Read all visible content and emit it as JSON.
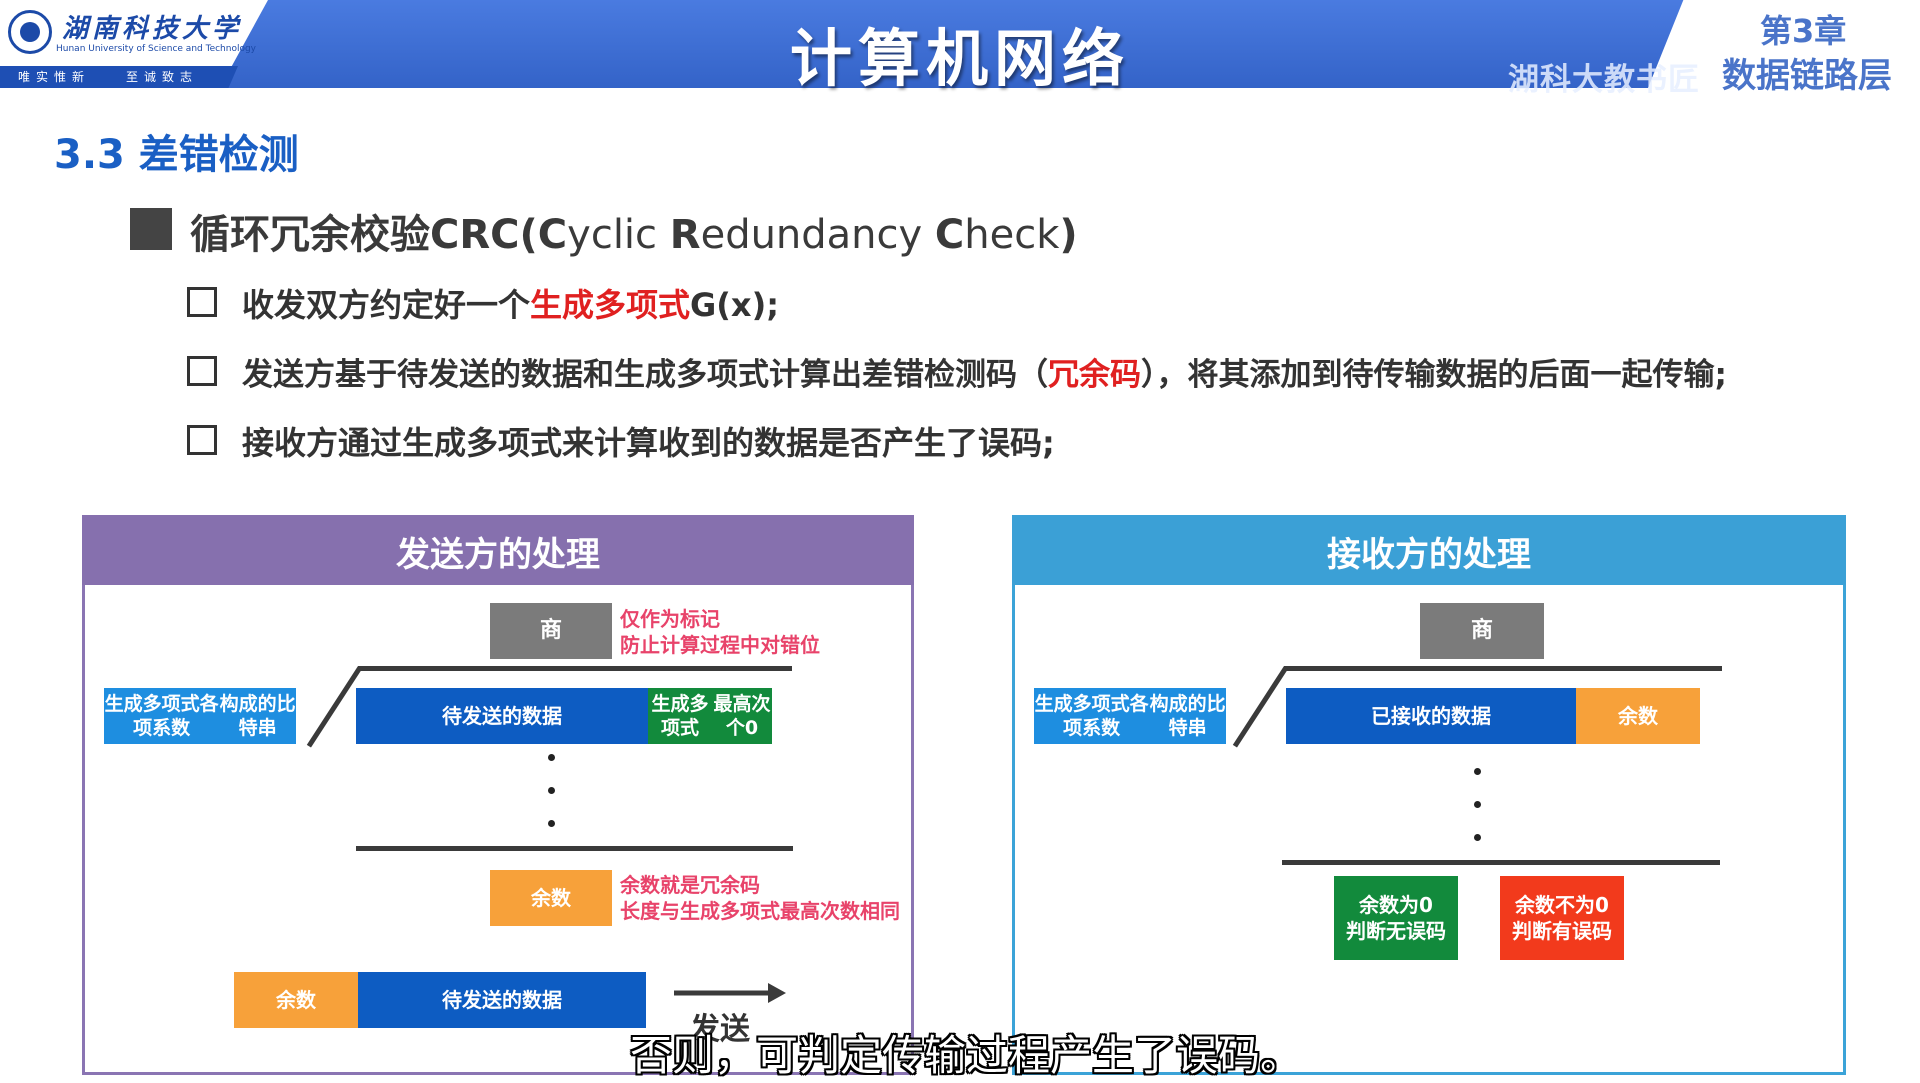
{
  "header": {
    "university_cn": "湖南科技大学",
    "university_en": "Hunan University of Science and Technology",
    "motto_1": "唯实惟新",
    "motto_2": "至诚致志",
    "course_title": "计算机网络",
    "chapter_number": "第3章",
    "chapter_name": "数据链路层",
    "watermark": "湖科大教书匠"
  },
  "slide": {
    "section_title": "3.3 差错检测",
    "crc_heading": {
      "part1": "循环冗余校验CRC(",
      "c": "C",
      "yclic": "yclic ",
      "r": "R",
      "edundancy": "edundancy ",
      "c2": "C",
      "heck": "heck",
      "close": ")"
    },
    "bullets": [
      {
        "pre": "收发双方约定好一个",
        "highlight": "生成多项式",
        "post": "G(x);"
      },
      {
        "pre": "发送方基于待发送的数据和生成多项式计算出差错检测码（",
        "highlight": "冗余码",
        "post": "），将其添加到待传输数据的后面一起传输;"
      },
      {
        "pre": "接收方通过生成多项式来计算收到的数据是否产生了误码;",
        "highlight": "",
        "post": ""
      }
    ]
  },
  "sender": {
    "title": "发送方的处理",
    "quotient": "商",
    "quotient_note_1": "仅作为标记",
    "quotient_note_2": "防止计算过程中对错位",
    "divisor_1": "生成多项式各项系数",
    "divisor_2": "构成的比特串",
    "dividend_data": "待发送的数据",
    "zeros_1": "生成多项式",
    "zeros_2": "最高次个0",
    "remainder": "余数",
    "remainder_note_1": "余数就是冗余码",
    "remainder_note_2": "长度与生成多项式最高次数相同",
    "frame_remainder": "余数",
    "frame_data": "待发送的数据",
    "send_label": "发送"
  },
  "receiver": {
    "title": "接收方的处理",
    "quotient": "商",
    "divisor_1": "生成多项式各项系数",
    "divisor_2": "构成的比特串",
    "received_data": "已接收的数据",
    "remainder": "余数",
    "ok_1": "余数为0",
    "ok_2": "判断无误码",
    "err_1": "余数不为0",
    "err_2": "判断有误码"
  },
  "subtitle": "否则，可判定传输过程产生了误码。",
  "colors": {
    "header_blue": "#3f6fd0",
    "section_blue": "#1a5fc4",
    "highlight_red": "#e02020",
    "sender_purple": "#8670ae",
    "receiver_blue": "#3ba0d6",
    "data_blue": "#0d5cc2",
    "divisor_blue": "#1e8ee0",
    "green": "#128a3c",
    "orange": "#f7a13a",
    "note_pink": "#e8436a",
    "gray": "#7b7b7b"
  }
}
